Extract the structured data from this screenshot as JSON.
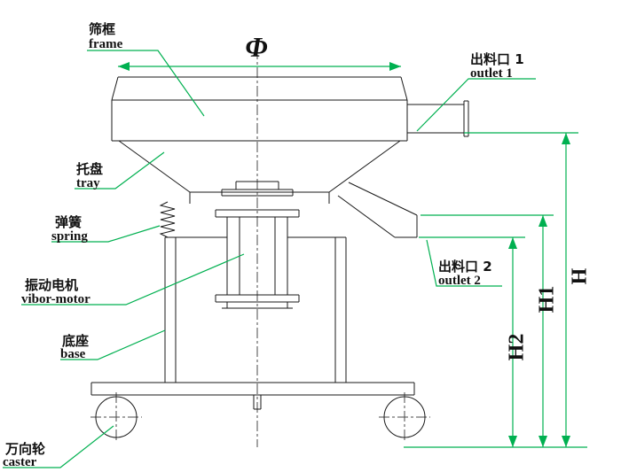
{
  "diagram": {
    "labels": {
      "frame": {
        "zh": "筛框",
        "en": "frame"
      },
      "tray": {
        "zh": "托盘",
        "en": "tray"
      },
      "spring": {
        "zh": "弹簧",
        "en": "spring"
      },
      "vibor_motor": {
        "zh": "振动电机",
        "en": "vibor-motor"
      },
      "base": {
        "zh": "底座",
        "en": "base"
      },
      "caster": {
        "zh": "万向轮",
        "en": "caster"
      },
      "outlet1": {
        "zh": "出料口 1",
        "en": "outlet 1"
      },
      "outlet2": {
        "zh": "出料口 2",
        "en": "outlet 2"
      }
    },
    "dimensions": {
      "diameter": "Φ",
      "h": "H",
      "h1": "H1",
      "h2": "H2"
    },
    "colors": {
      "line": "#1a1a1a",
      "dimension_green": "#00b050",
      "background": "#ffffff"
    }
  }
}
